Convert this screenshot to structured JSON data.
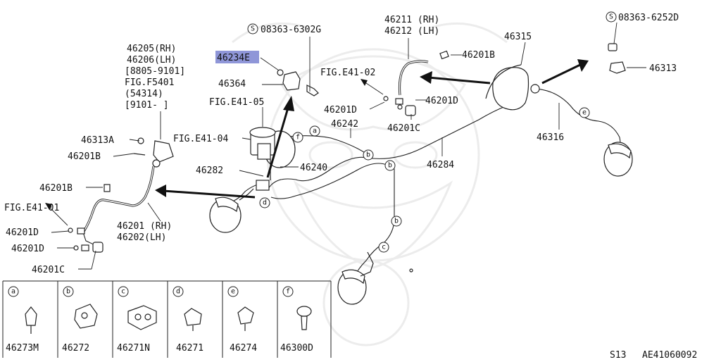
{
  "labels": {
    "p46205": "46205(RH)",
    "p46206": "46206(LH)",
    "p8805": "[8805-9101]",
    "figF5401": "FIG.F5401",
    "p54314": "(54314)",
    "p9101": "[9101-   ]",
    "p46234": "46234E",
    "p46364": "46364",
    "figE4105": "FIG.E41-05",
    "figE4104": "FIG.E41-04",
    "p46282": "46282",
    "p46240": "46240",
    "p46242": "46242",
    "p46313A": "46313A",
    "p46201B_left": "46201B",
    "p46201B_mid": "46201B",
    "p46201B_right": "46201B",
    "figE4101": "FIG.E41-01",
    "p46201D_l1": "46201D",
    "p46201D_l2": "46201D",
    "p46201C_left": "46201C",
    "p46201RH": "46201 (RH)",
    "p46202LH": "46202(LH)",
    "s0836363": "08363-6302G",
    "s0836362": "08363-6252D",
    "p46211": "46211 (RH)",
    "p46212": "46212 (LH)",
    "figE4102": "FIG.E41-02",
    "p46201D_mid": "46201D",
    "p46201D_right": "46201D",
    "p46201C_mid": "46201C",
    "p46284": "46284",
    "p46315": "46315",
    "p46313": "46313",
    "p46316": "46316"
  },
  "legend": [
    {
      "letter": "a",
      "part": "46273M"
    },
    {
      "letter": "b",
      "part": "46272"
    },
    {
      "letter": "c",
      "part": "46271N"
    },
    {
      "letter": "d",
      "part": "46271"
    },
    {
      "letter": "e",
      "part": "46274"
    },
    {
      "letter": "f",
      "part": "46300D"
    }
  ],
  "markers": {
    "s": "S",
    "a": "a",
    "b": "b",
    "c": "c",
    "d": "d",
    "e": "e",
    "f": "f"
  },
  "footer": {
    "model": "S13",
    "code": "AE41060092"
  },
  "colors": {
    "highlight": "#8f96d8",
    "ink": "#111111",
    "watermark": "#ececec"
  }
}
